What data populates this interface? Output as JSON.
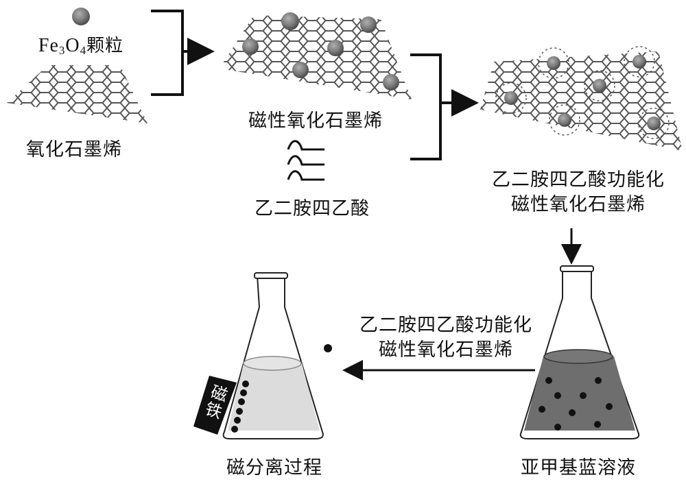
{
  "diagram": {
    "title": "Preparation of EDTA-functionalized magnetic graphene oxide and methylene blue magnetic separation",
    "labels": {
      "fe3o4_main": "Fe",
      "fe3o4_sub1": "3",
      "fe3o4_o": "O",
      "fe3o4_sub2": "4",
      "fe3o4_suffix": "颗粒",
      "graphene_oxide": "氧化石墨烯",
      "magnetic_go": "磁性氧化石墨烯",
      "edta": "乙二胺四乙酸",
      "edta_mgo_line1": "乙二胺四乙酸功能化",
      "edta_mgo_line2": "磁性氧化石墨烯",
      "legend_line1": "乙二胺四乙酸功能化",
      "legend_line2": "磁性氧化石墨烯",
      "methylene_blue": "亚甲基蓝溶液",
      "magnetic_separation": "磁分离过程",
      "magnet": "磁铁"
    },
    "colors": {
      "line": "#111111",
      "sheet": "#555555",
      "particle": "#7a7a7a",
      "dark_solution": "#6e6e6e",
      "light_solution": "#dcdcdc",
      "magnet": "#111111"
    },
    "flow": [
      {
        "from": "Fe3O4颗粒 + 氧化石墨烯",
        "to": "磁性氧化石墨烯"
      },
      {
        "from": "磁性氧化石墨烯 + 乙二胺四乙酸",
        "to": "乙二胺四乙酸功能化磁性氧化石墨烯"
      },
      {
        "from": "乙二胺四乙酸功能化磁性氧化石墨烯",
        "to": "亚甲基蓝溶液"
      },
      {
        "from": "亚甲基蓝溶液",
        "to": "磁分离过程"
      }
    ]
  }
}
